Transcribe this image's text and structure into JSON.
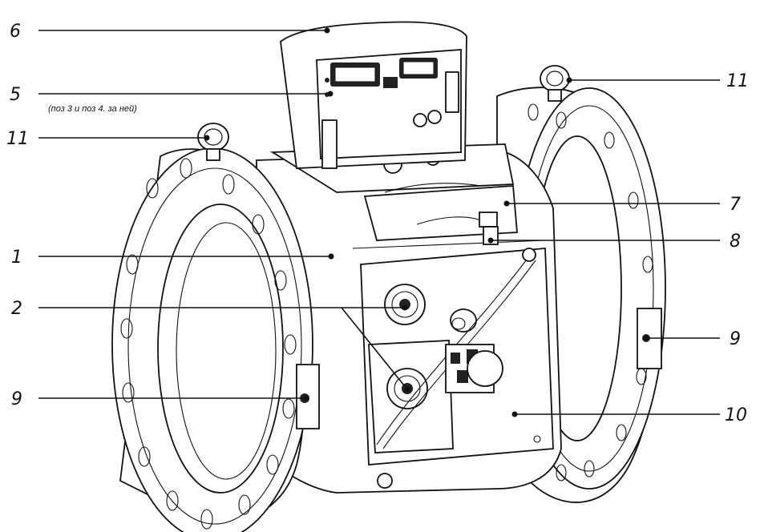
{
  "figure": {
    "note": "(поз 3 и поз 4. за ней)",
    "callouts": [
      {
        "id": "6",
        "label": "6"
      },
      {
        "id": "5",
        "label": "5"
      },
      {
        "id": "11-left",
        "label": "11"
      },
      {
        "id": "11-right",
        "label": "11"
      },
      {
        "id": "7",
        "label": "7"
      },
      {
        "id": "1",
        "label": "1"
      },
      {
        "id": "8",
        "label": "8"
      },
      {
        "id": "2",
        "label": "2"
      },
      {
        "id": "9-right",
        "label": "9"
      },
      {
        "id": "9-left",
        "label": "9"
      },
      {
        "id": "10",
        "label": "10"
      }
    ]
  },
  "colors": {
    "ink": "#111111",
    "background": "#ffffff"
  }
}
